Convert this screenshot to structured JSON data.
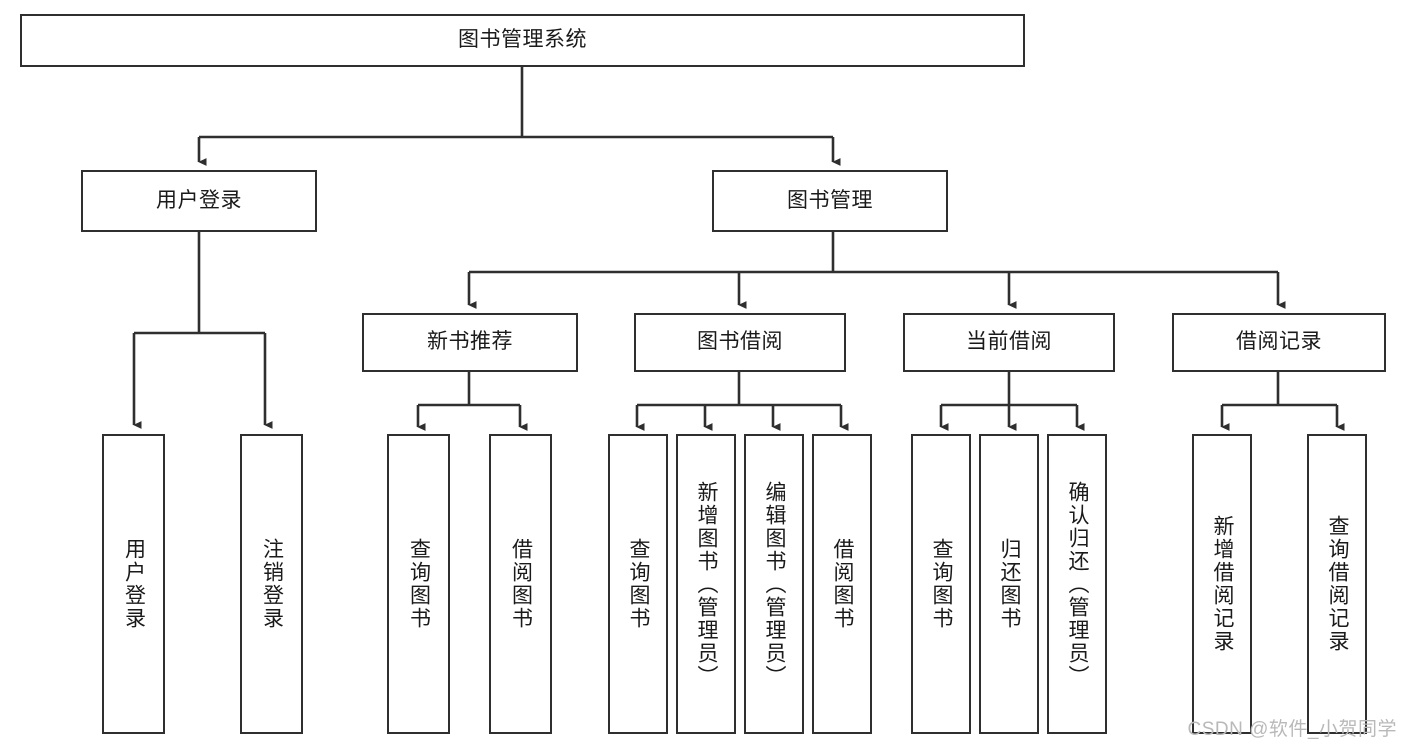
{
  "diagram": {
    "title": "图书管理系统",
    "type": "hierarchy-tree",
    "watermark": "CSDN @软件_小贺同学",
    "colors": {
      "box_border": "#2f2f2f",
      "box_fill": "#ffffff",
      "edge": "#2f2f2f",
      "text": "#1a1a1a",
      "watermark": "#b9b9b9"
    },
    "nodes": {
      "root": {
        "label": "图书管理系统"
      },
      "level2": [
        {
          "label": "用户登录"
        },
        {
          "label": "图书管理"
        }
      ],
      "level3": [
        {
          "label": "新书推荐"
        },
        {
          "label": "图书借阅"
        },
        {
          "label": "当前借阅"
        },
        {
          "label": "借阅记录"
        }
      ],
      "leaves_user_login": [
        {
          "label": "用户登录"
        },
        {
          "label": "注销登录"
        }
      ],
      "leaves_new_book": [
        {
          "label": "查询图书"
        },
        {
          "label": "借阅图书"
        }
      ],
      "leaves_borrow": [
        {
          "label": "查询图书"
        },
        {
          "label": "新增图书（管理员）"
        },
        {
          "label": "编辑图书（管理员）"
        },
        {
          "label": "借阅图书"
        }
      ],
      "leaves_current": [
        {
          "label": "查询图书"
        },
        {
          "label": "归还图书"
        },
        {
          "label": "确认归还（管理员）"
        }
      ],
      "leaves_records": [
        {
          "label": "新增借阅记录"
        },
        {
          "label": "查询借阅记录"
        }
      ]
    }
  }
}
